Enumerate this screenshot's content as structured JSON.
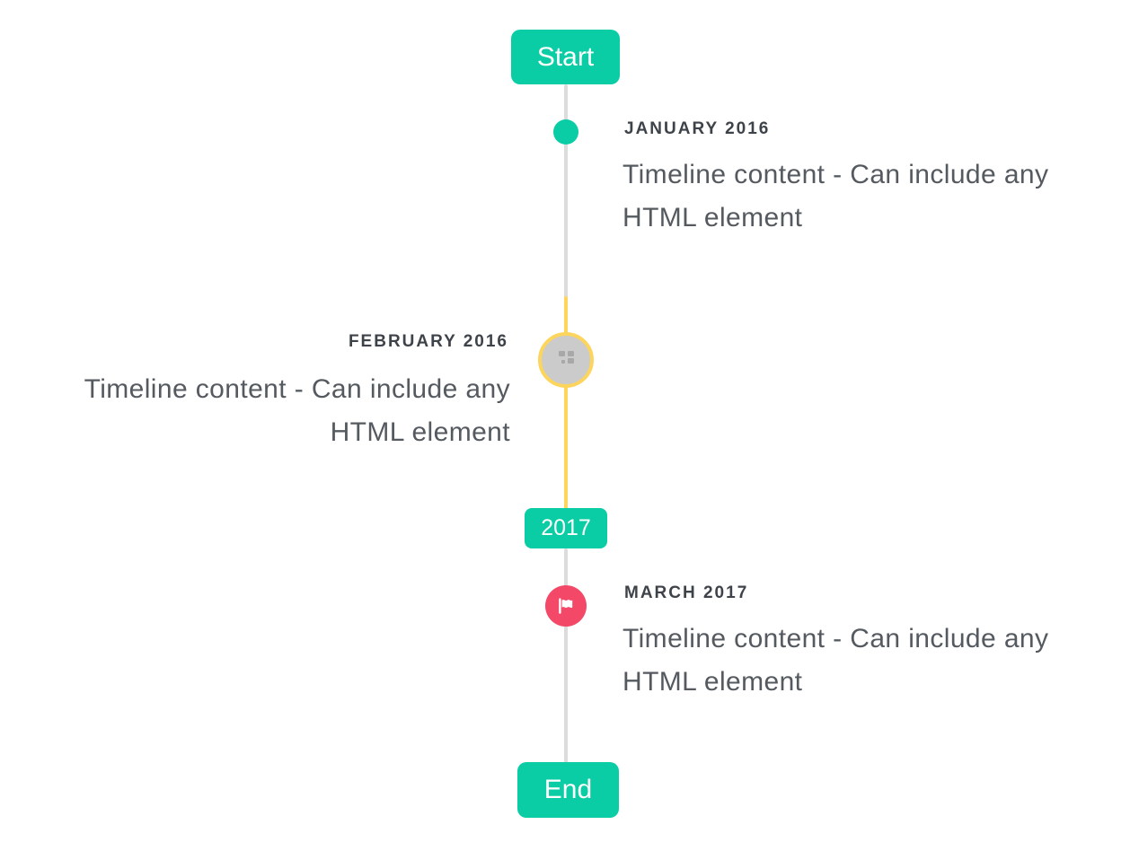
{
  "colors": {
    "accent_teal": "#0acda5",
    "highlight_yellow": "#fdd45c",
    "flag_pink": "#f34868",
    "line_gray": "#dcdcdc",
    "image_circle_gray": "#cbcbcb",
    "title_text": "#3e434a",
    "content_text": "#555a60"
  },
  "timeline": {
    "start_label": "Start",
    "year_badge": "2017",
    "end_label": "End",
    "items": [
      {
        "title": "JANUARY 2016",
        "content": "Timeline content - Can include any HTML element",
        "side": "right",
        "marker": "teal-dot"
      },
      {
        "title": "FEBRUARY 2016",
        "content": "Timeline content - Can include any HTML element",
        "side": "left",
        "marker": "broken-image-circle"
      },
      {
        "title": "MARCH 2017",
        "content": "Timeline content - Can include any HTML element",
        "side": "right",
        "marker": "flag-circle"
      }
    ]
  }
}
